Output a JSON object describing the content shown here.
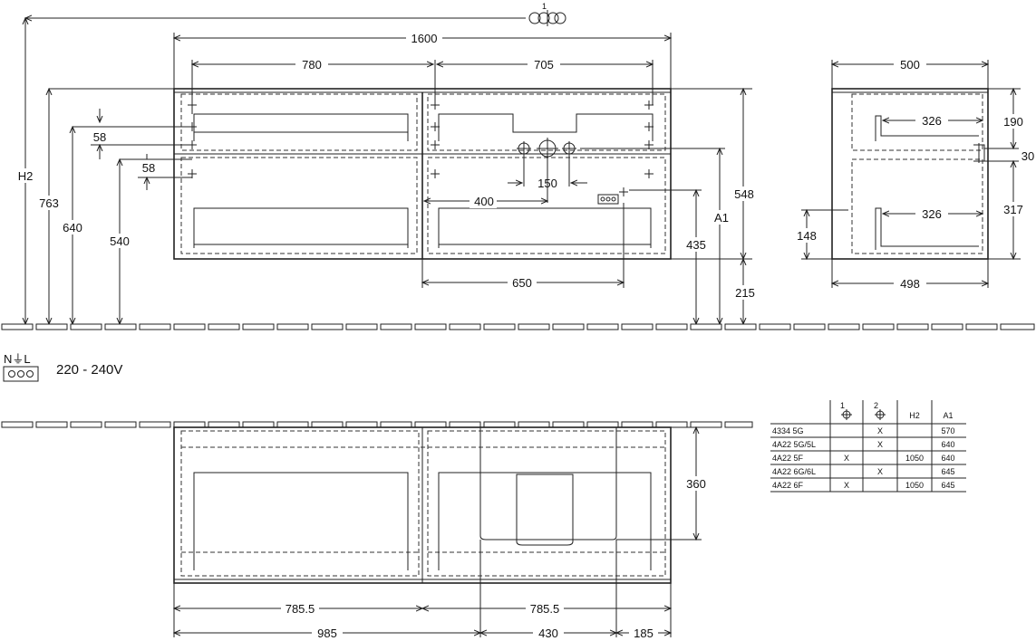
{
  "front_view": {
    "top_marker": "1",
    "dims": {
      "total_width": "1600",
      "left_width": "780",
      "right_width": "705",
      "h2": "H2",
      "h763": "763",
      "h640": "640",
      "h540": "540",
      "top_offset": "58",
      "second_offset": "58",
      "tap_spacing": "150",
      "tap_offset": "400",
      "height_548": "548",
      "a1": "A1",
      "height_435": "435",
      "floor_clearance": "215",
      "socket_offset": "650"
    }
  },
  "side_view": {
    "dims": {
      "depth": "500",
      "inner_depth": "498",
      "upper_drawer": "326",
      "lower_drawer": "326",
      "top_height": "190",
      "gap": "30",
      "lower_height": "317",
      "socket_height": "148"
    }
  },
  "electrical": {
    "symbol_label": "N⏚L",
    "voltage": "220 - 240V"
  },
  "top_view": {
    "dims": {
      "depth": "360",
      "left_half": "785.5",
      "right_half": "785.5",
      "seg_left": "985",
      "seg_mid": "430",
      "seg_right": "185"
    }
  },
  "variant_table": {
    "headers": [
      "",
      "1",
      "2",
      "H2",
      "A1"
    ],
    "rows": [
      [
        "4334 5G",
        "",
        "X",
        "",
        "570"
      ],
      [
        "4A22 5G/5L",
        "",
        "X",
        "",
        "640"
      ],
      [
        "4A22 5F",
        "X",
        "",
        "1050",
        "640"
      ],
      [
        "4A22 6G/6L",
        "",
        "X",
        "",
        "645"
      ],
      [
        "4A22 6F",
        "X",
        "",
        "1050",
        "645"
      ]
    ]
  }
}
